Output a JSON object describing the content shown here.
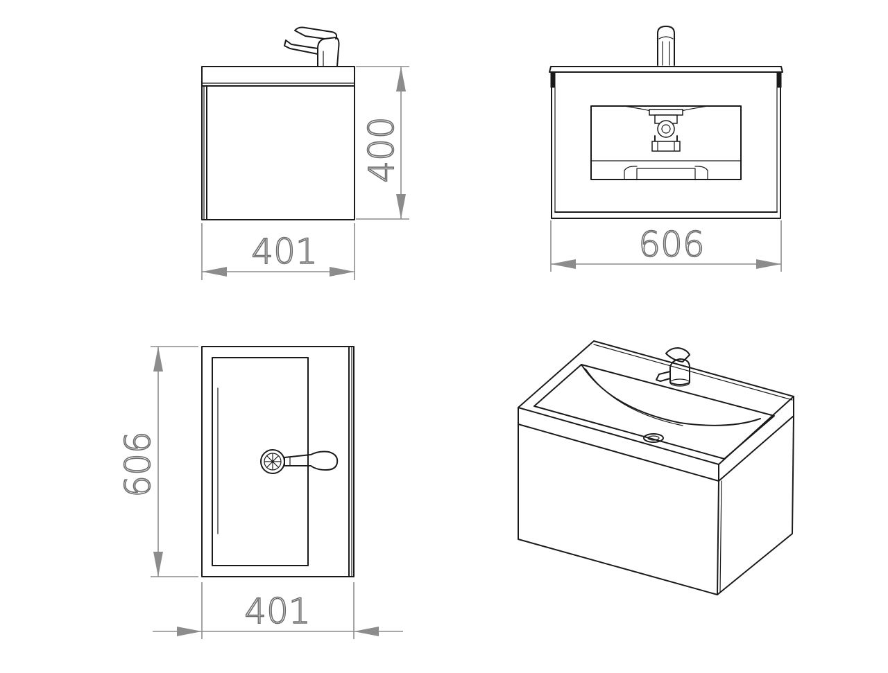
{
  "views": {
    "side": {
      "width_label": "401",
      "height_label": "400"
    },
    "front": {
      "width_label": "606"
    },
    "top": {
      "width_label": "401",
      "depth_label": "606"
    }
  },
  "colors": {
    "object_line": "#1a1a1a",
    "dimension_line": "#8c8c8c",
    "background": "#ffffff"
  }
}
